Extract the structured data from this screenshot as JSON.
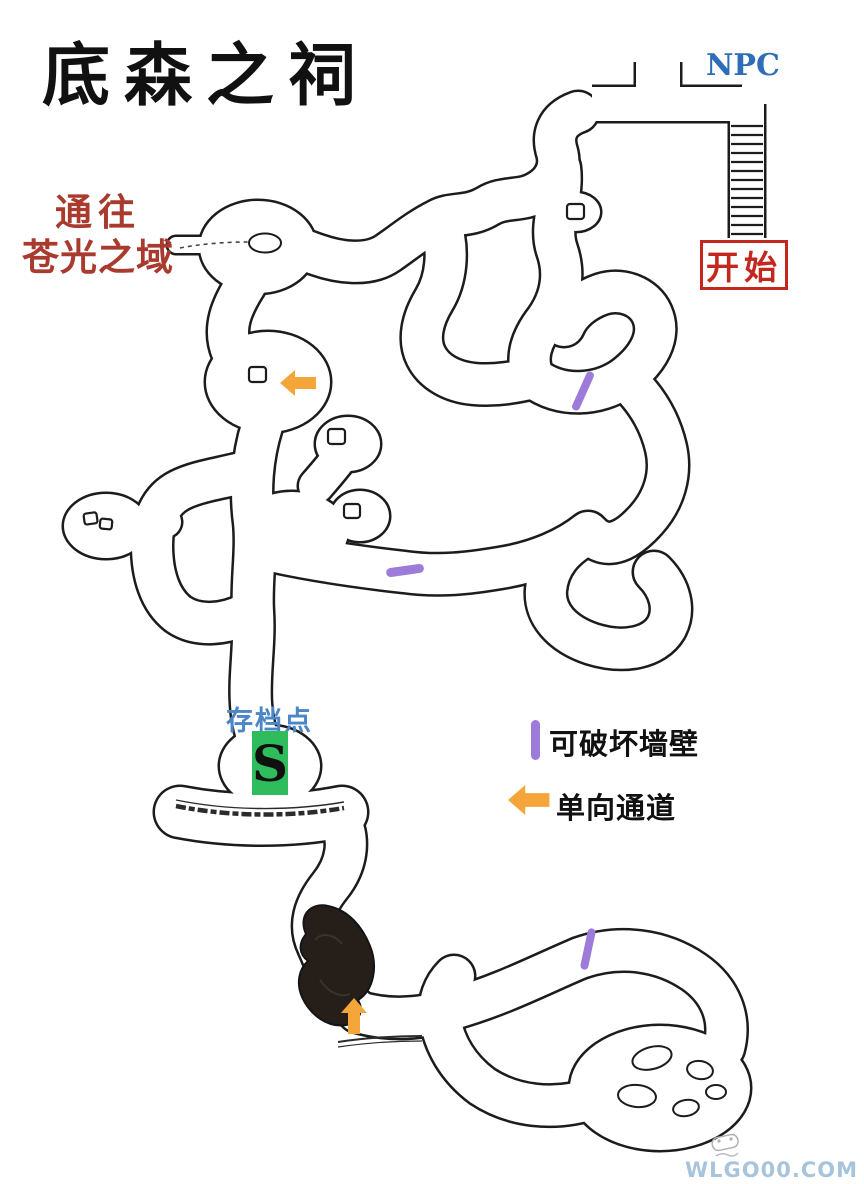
{
  "title": "底森之祠",
  "portal_label": {
    "line1": "通往",
    "line2": "苍光之域"
  },
  "npc_label": "NPC",
  "start_label": "开始",
  "save_point": {
    "label": "存档点",
    "marker": "S"
  },
  "legend": {
    "breakable_wall": "可破坏墙壁",
    "one_way": "单向通道"
  },
  "map_markers": {
    "breakable_wall_count": 3,
    "one_way_arrow_count": 2,
    "save_point_count": 1
  },
  "watermark": "WLGO00.COM",
  "colors": {
    "ink": "#1c1c1c",
    "background": "#ffffff",
    "title_red": "#a93a2e",
    "start_red": "#c2281e",
    "npc_blue": "#2f6db8",
    "save_blue": "#4a86c8",
    "save_green": "#2fbc5c",
    "wall_purple": "#9d7bd8",
    "arrow_orange": "#f5a63b",
    "watermark_blue": "#a8c4dc"
  }
}
